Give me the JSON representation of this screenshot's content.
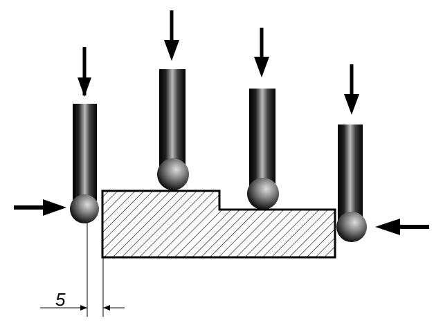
{
  "dimension": {
    "label": "5"
  },
  "probes": [
    "probe-1",
    "probe-2",
    "probe-3",
    "probe-4"
  ]
}
